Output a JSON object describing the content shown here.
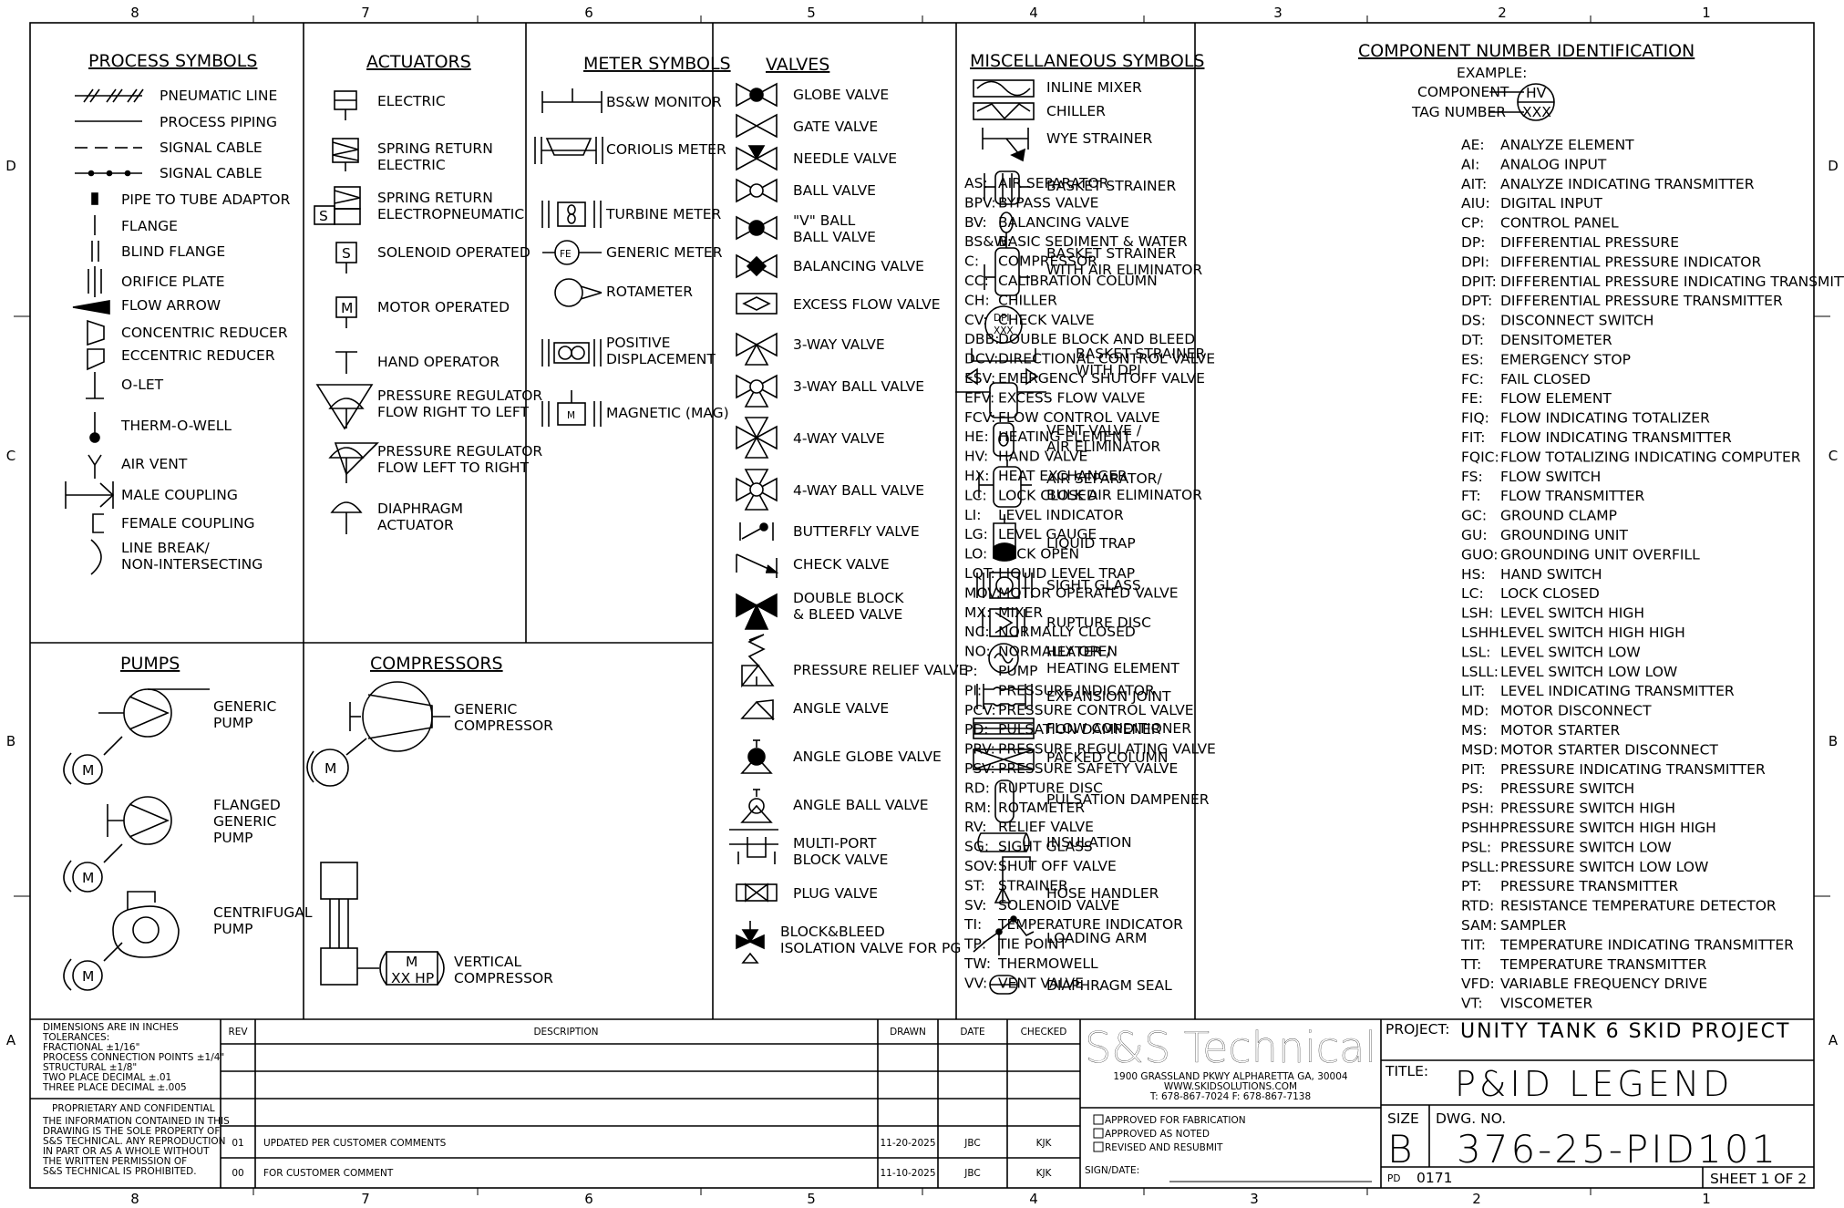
{
  "grid": {
    "columns": [
      "8",
      "7",
      "6",
      "5",
      "4",
      "3",
      "2",
      "1"
    ],
    "rows": [
      "D",
      "C",
      "B",
      "A"
    ]
  },
  "process_symbols": {
    "title": "PROCESS SYMBOLS",
    "items": [
      "PNEUMATIC LINE",
      "PROCESS PIPING",
      "SIGNAL CABLE",
      "SIGNAL CABLE",
      "PIPE TO TUBE ADAPTOR",
      "FLANGE",
      "BLIND FLANGE",
      "ORIFICE PLATE",
      "FLOW ARROW",
      "CONCENTRIC REDUCER",
      "ECCENTRIC REDUCER",
      "O-LET",
      "THERM-O-WELL",
      "AIR VENT",
      "MALE COUPLING",
      "FEMALE COUPLING",
      "LINE BREAK/",
      "NON-INTERSECTING"
    ]
  },
  "actuators": {
    "title": "ACTUATORS",
    "items": [
      "ELECTRIC",
      "SPRING RETURN",
      "ELECTRIC",
      "SPRING RETURN",
      "ELECTROPNEUMATIC",
      "SOLENOID OPERATED",
      "MOTOR OPERATED",
      "HAND OPERATOR",
      "PRESSURE REGULATOR",
      "FLOW RIGHT TO LEFT",
      "PRESSURE REGULATOR",
      "FLOW LEFT TO RIGHT",
      "DIAPHRAGM",
      "ACTUATOR"
    ],
    "glyphs": {
      "s": "S",
      "m": "M"
    }
  },
  "meter_symbols": {
    "title": "METER SYMBOLS",
    "items": [
      "BS&W MONITOR",
      "CORIOLIS METER",
      "TURBINE METER",
      "GENERIC METER",
      "ROTAMETER",
      "POSITIVE",
      "DISPLACEMENT",
      "MAGNETIC (MAG)"
    ],
    "glyphs": {
      "fe": "FE",
      "m": "M"
    }
  },
  "valves": {
    "title": "VALVES",
    "items": [
      "GLOBE VALVE",
      "GATE VALVE",
      "NEEDLE VALVE",
      "BALL VALVE",
      "\"V\" BALL",
      "BALL VALVE",
      "BALANCING VALVE",
      "EXCESS FLOW VALVE",
      "3-WAY VALVE",
      "3-WAY BALL VALVE",
      "4-WAY VALVE",
      "4-WAY BALL VALVE",
      "BUTTERFLY VALVE",
      "CHECK VALVE",
      "DOUBLE BLOCK",
      "& BLEED VALVE",
      "PRESSURE RELIEF VALVE",
      "ANGLE VALVE",
      "ANGLE GLOBE VALVE",
      "ANGLE BALL VALVE",
      "MULTI-PORT",
      "BLOCK VALVE",
      "PLUG VALVE",
      "BLOCK&BLEED",
      "ISOLATION VALVE FOR PG"
    ]
  },
  "misc_symbols": {
    "title": "MISCELLANEOUS SYMBOLS",
    "items": [
      "INLINE MIXER",
      "CHILLER",
      "WYE STRAINER",
      "BASKET STRAINER",
      "BASKET STRAINER",
      "WITH AIR ELIMINATOR",
      "BASKET STRAINER",
      "WITH DPI",
      "VENT VALVE /",
      "AIR ELIMINATOR",
      "AIR SEPARATOR/",
      "BULK AIR ELIMINATOR",
      "LIQUID TRAP",
      "SIGHT GLASS",
      "RUPTURE DISC",
      "HEATER /",
      "HEATING ELEMENT",
      "EXPANSION JOINT",
      "FLOW CONDITIONER",
      "PACKED COLUMN",
      "PULSATION DAMPENER",
      "INSULATION",
      "HOSE HANDLER",
      "LOADING ARM",
      "DIAPHRAGM SEAL"
    ],
    "glyphs": {
      "dpi": "DPI",
      "xxx": "XXX"
    }
  },
  "pumps": {
    "title": "PUMPS",
    "items": [
      "GENERIC",
      "PUMP",
      "FLANGED",
      "GENERIC",
      "PUMP",
      "CENTRIFUGAL",
      "PUMP"
    ],
    "glyphs": {
      "m": "M"
    }
  },
  "compressors": {
    "title": "COMPRESSORS",
    "items": [
      "GENERIC",
      "COMPRESSOR",
      "VERTICAL",
      "COMPRESSOR"
    ],
    "glyphs": {
      "m": "M",
      "hp": "XX HP"
    }
  },
  "component_id": {
    "title": "COMPONENT NUMBER IDENTIFICATION",
    "example_label": "EXAMPLE:",
    "component_label": "COMPONENT",
    "tag_label": "TAG NUMBER",
    "bubble_top": "HV",
    "bubble_bottom": "XXX",
    "left_col": [
      [
        "AS:",
        "AIR SEPARATOR"
      ],
      [
        "BPV:",
        "BYPASS VALVE"
      ],
      [
        "BV:",
        "BALANCING VALVE"
      ],
      [
        "BS&W:",
        "BASIC SEDIMENT & WATER"
      ],
      [
        "C:",
        "COMPRESSOR"
      ],
      [
        "CC:",
        "CALIBRATION COLUMN"
      ],
      [
        "CH:",
        "CHILLER"
      ],
      [
        "CV:",
        "CHECK VALVE"
      ],
      [
        "DBB:",
        "DOUBLE BLOCK AND BLEED"
      ],
      [
        "DCV:",
        "DIRECTIONAL CONTROL VALVE"
      ],
      [
        "ESV:",
        "EMERGENCY SHUTOFF VALVE"
      ],
      [
        "EFV:",
        "EXCESS FLOW VALVE"
      ],
      [
        "FCV:",
        "FLOW CONTROL VALVE"
      ],
      [
        "HE:",
        "HEATING ELEMENT"
      ],
      [
        "HV:",
        "HAND VALVE"
      ],
      [
        "HX:",
        "HEAT EXCHANGER"
      ],
      [
        "LC:",
        "LOCK CLOSED"
      ],
      [
        "LI:",
        "LEVEL INDICATOR"
      ],
      [
        "LG:",
        "LEVEL GAUGE"
      ],
      [
        "LO:",
        "LOCK OPEN"
      ],
      [
        "LQT:",
        "LIQUID LEVEL TRAP"
      ],
      [
        "MOV:",
        "MOTOR OPERATED VALVE"
      ],
      [
        "MX:",
        "MIXER"
      ],
      [
        "NC:",
        "NORMALLY CLOSED"
      ],
      [
        "NO:",
        "NORMALLY OPEN"
      ],
      [
        "P:",
        "PUMP"
      ],
      [
        "PI:",
        "PRESSURE INDICATOR"
      ],
      [
        "PCV:",
        "PRESSURE CONTROL VALVE"
      ],
      [
        "PD:",
        "PULSATION DAMPENER"
      ],
      [
        "PRV:",
        "PRESSURE REGULATING VALVE"
      ],
      [
        "PSV:",
        "PRESSURE SAFETY VALVE"
      ],
      [
        "RD:",
        "RUPTURE DISC"
      ],
      [
        "RM:",
        "ROTAMETER"
      ],
      [
        "RV:",
        "RELIEF VALVE"
      ],
      [
        "SG:",
        "SIGHT GLASS"
      ],
      [
        "SOV:",
        "SHUT OFF VALVE"
      ],
      [
        "ST:",
        "STRAINER"
      ],
      [
        "SV:",
        "SOLENOID VALVE"
      ],
      [
        "TI:",
        "TEMPERATURE INDICATOR"
      ],
      [
        "TP:",
        "TIE POINT"
      ],
      [
        "TW:",
        "THERMOWELL"
      ],
      [
        "VV:",
        "VENT VALVE"
      ]
    ],
    "right_col": [
      [
        "AE:",
        "ANALYZE ELEMENT"
      ],
      [
        "AI:",
        "ANALOG INPUT"
      ],
      [
        "AIT:",
        "ANALYZE INDICATING TRANSMITTER"
      ],
      [
        "AIU:",
        "DIGITAL INPUT"
      ],
      [
        "CP:",
        "CONTROL PANEL"
      ],
      [
        "DP:",
        "DIFFERENTIAL PRESSURE"
      ],
      [
        "DPI:",
        "DIFFERENTIAL PRESSURE INDICATOR"
      ],
      [
        "DPIT:",
        "DIFFERENTIAL PRESSURE INDICATING TRANSMITTER"
      ],
      [
        "DPT:",
        "DIFFERENTIAL PRESSURE TRANSMITTER"
      ],
      [
        "DS:",
        "DISCONNECT SWITCH"
      ],
      [
        "DT:",
        "DENSITOMETER"
      ],
      [
        "ES:",
        "EMERGENCY STOP"
      ],
      [
        "FC:",
        "FAIL CLOSED"
      ],
      [
        "FE:",
        "FLOW ELEMENT"
      ],
      [
        "FIQ:",
        "FLOW INDICATING TOTALIZER"
      ],
      [
        "FIT:",
        "FLOW INDICATING TRANSMITTER"
      ],
      [
        "FQIC:",
        "FLOW TOTALIZING INDICATING COMPUTER"
      ],
      [
        "FS:",
        "FLOW SWITCH"
      ],
      [
        "FT:",
        "FLOW TRANSMITTER"
      ],
      [
        "GC:",
        "GROUND CLAMP"
      ],
      [
        "GU:",
        "GROUNDING UNIT"
      ],
      [
        "GUO:",
        "GROUNDING UNIT OVERFILL"
      ],
      [
        "HS:",
        "HAND SWITCH"
      ],
      [
        "LC:",
        "LOCK CLOSED"
      ],
      [
        "LSH:",
        "LEVEL SWITCH HIGH"
      ],
      [
        "LSHH:",
        "LEVEL SWITCH HIGH HIGH"
      ],
      [
        "LSL:",
        "LEVEL SWITCH LOW"
      ],
      [
        "LSLL:",
        "LEVEL SWITCH LOW LOW"
      ],
      [
        "LIT:",
        "LEVEL INDICATING TRANSMITTER"
      ],
      [
        "MD:",
        "MOTOR DISCONNECT"
      ],
      [
        "MS:",
        "MOTOR STARTER"
      ],
      [
        "MSD:",
        "MOTOR STARTER DISCONNECT"
      ],
      [
        "PIT:",
        "PRESSURE INDICATING TRANSMITTER"
      ],
      [
        "PS:",
        "PRESSURE SWITCH"
      ],
      [
        "PSH:",
        "PRESSURE SWITCH HIGH"
      ],
      [
        "PSHH:",
        "PRESSURE SWITCH HIGH HIGH"
      ],
      [
        "PSL:",
        "PRESSURE SWITCH LOW"
      ],
      [
        "PSLL:",
        "PRESSURE SWITCH LOW LOW"
      ],
      [
        "PT:",
        "PRESSURE TRANSMITTER"
      ],
      [
        "RTD:",
        "RESISTANCE TEMPERATURE DETECTOR"
      ],
      [
        "SAM:",
        "SAMPLER"
      ],
      [
        "TIT:",
        "TEMPERATURE INDICATING TRANSMITTER"
      ],
      [
        "TT:",
        "TEMPERATURE TRANSMITTER"
      ],
      [
        "VFD:",
        "VARIABLE FREQUENCY DRIVE"
      ],
      [
        "VT:",
        "VISCOMETER"
      ]
    ]
  },
  "title_block": {
    "notes": [
      "DIMENSIONS ARE IN INCHES",
      "TOLERANCES:",
      "FRACTIONAL ±1/16\"",
      "PROCESS CONNECTION POINTS ±1/4\"",
      "STRUCTURAL ±1/8\"",
      "TWO PLACE DECIMAL    ±.01",
      "THREE PLACE DECIMAL ±.005"
    ],
    "proprietary": [
      "PROPRIETARY AND CONFIDENTIAL",
      "THE INFORMATION CONTAINED IN THIS",
      "DRAWING IS THE SOLE PROPERTY OF",
      "S&S TECHNICAL. ANY REPRODUCTION",
      "IN PART OR AS A WHOLE WITHOUT",
      "THE WRITTEN PERMISSION OF",
      "S&S TECHNICAL IS PROHIBITED."
    ],
    "rev_headers": {
      "rev": "REV",
      "description": "DESCRIPTION",
      "drawn": "DRAWN",
      "date": "DATE",
      "checked": "CHECKED"
    },
    "revisions": [
      {
        "rev": "01",
        "description": "UPDATED PER CUSTOMER COMMENTS",
        "drawn": "11-20-2025",
        "date": "JBC",
        "checked": "KJK"
      },
      {
        "rev": "00",
        "description": "FOR CUSTOMER COMMENT",
        "drawn": "11-10-2025",
        "date": "JBC",
        "checked": "KJK"
      }
    ],
    "company": "S&S Technical",
    "address": [
      "1900 GRASSLAND PKWY ALPHARETTA GA, 30004",
      "WWW.SKIDSOLUTIONS.COM",
      "T: 678-867-7024  F: 678-867-7138"
    ],
    "approvals": [
      "APPROVED FOR FABRICATION",
      "APPROVED AS NOTED",
      "REVISED AND RESUBMIT"
    ],
    "sign_date": "SIGN/DATE:",
    "project_label": "PROJECT:",
    "project": "UNITY TANK 6 SKID PROJECT",
    "title_label": "TITLE:",
    "title": "P&ID LEGEND",
    "size_label": "SIZE",
    "size": "B",
    "dwg_label": "DWG. NO.",
    "dwg_no": "376-25-PID101",
    "pd_label": "PD",
    "pd": "0171",
    "sheet": "SHEET 1 OF 2"
  }
}
